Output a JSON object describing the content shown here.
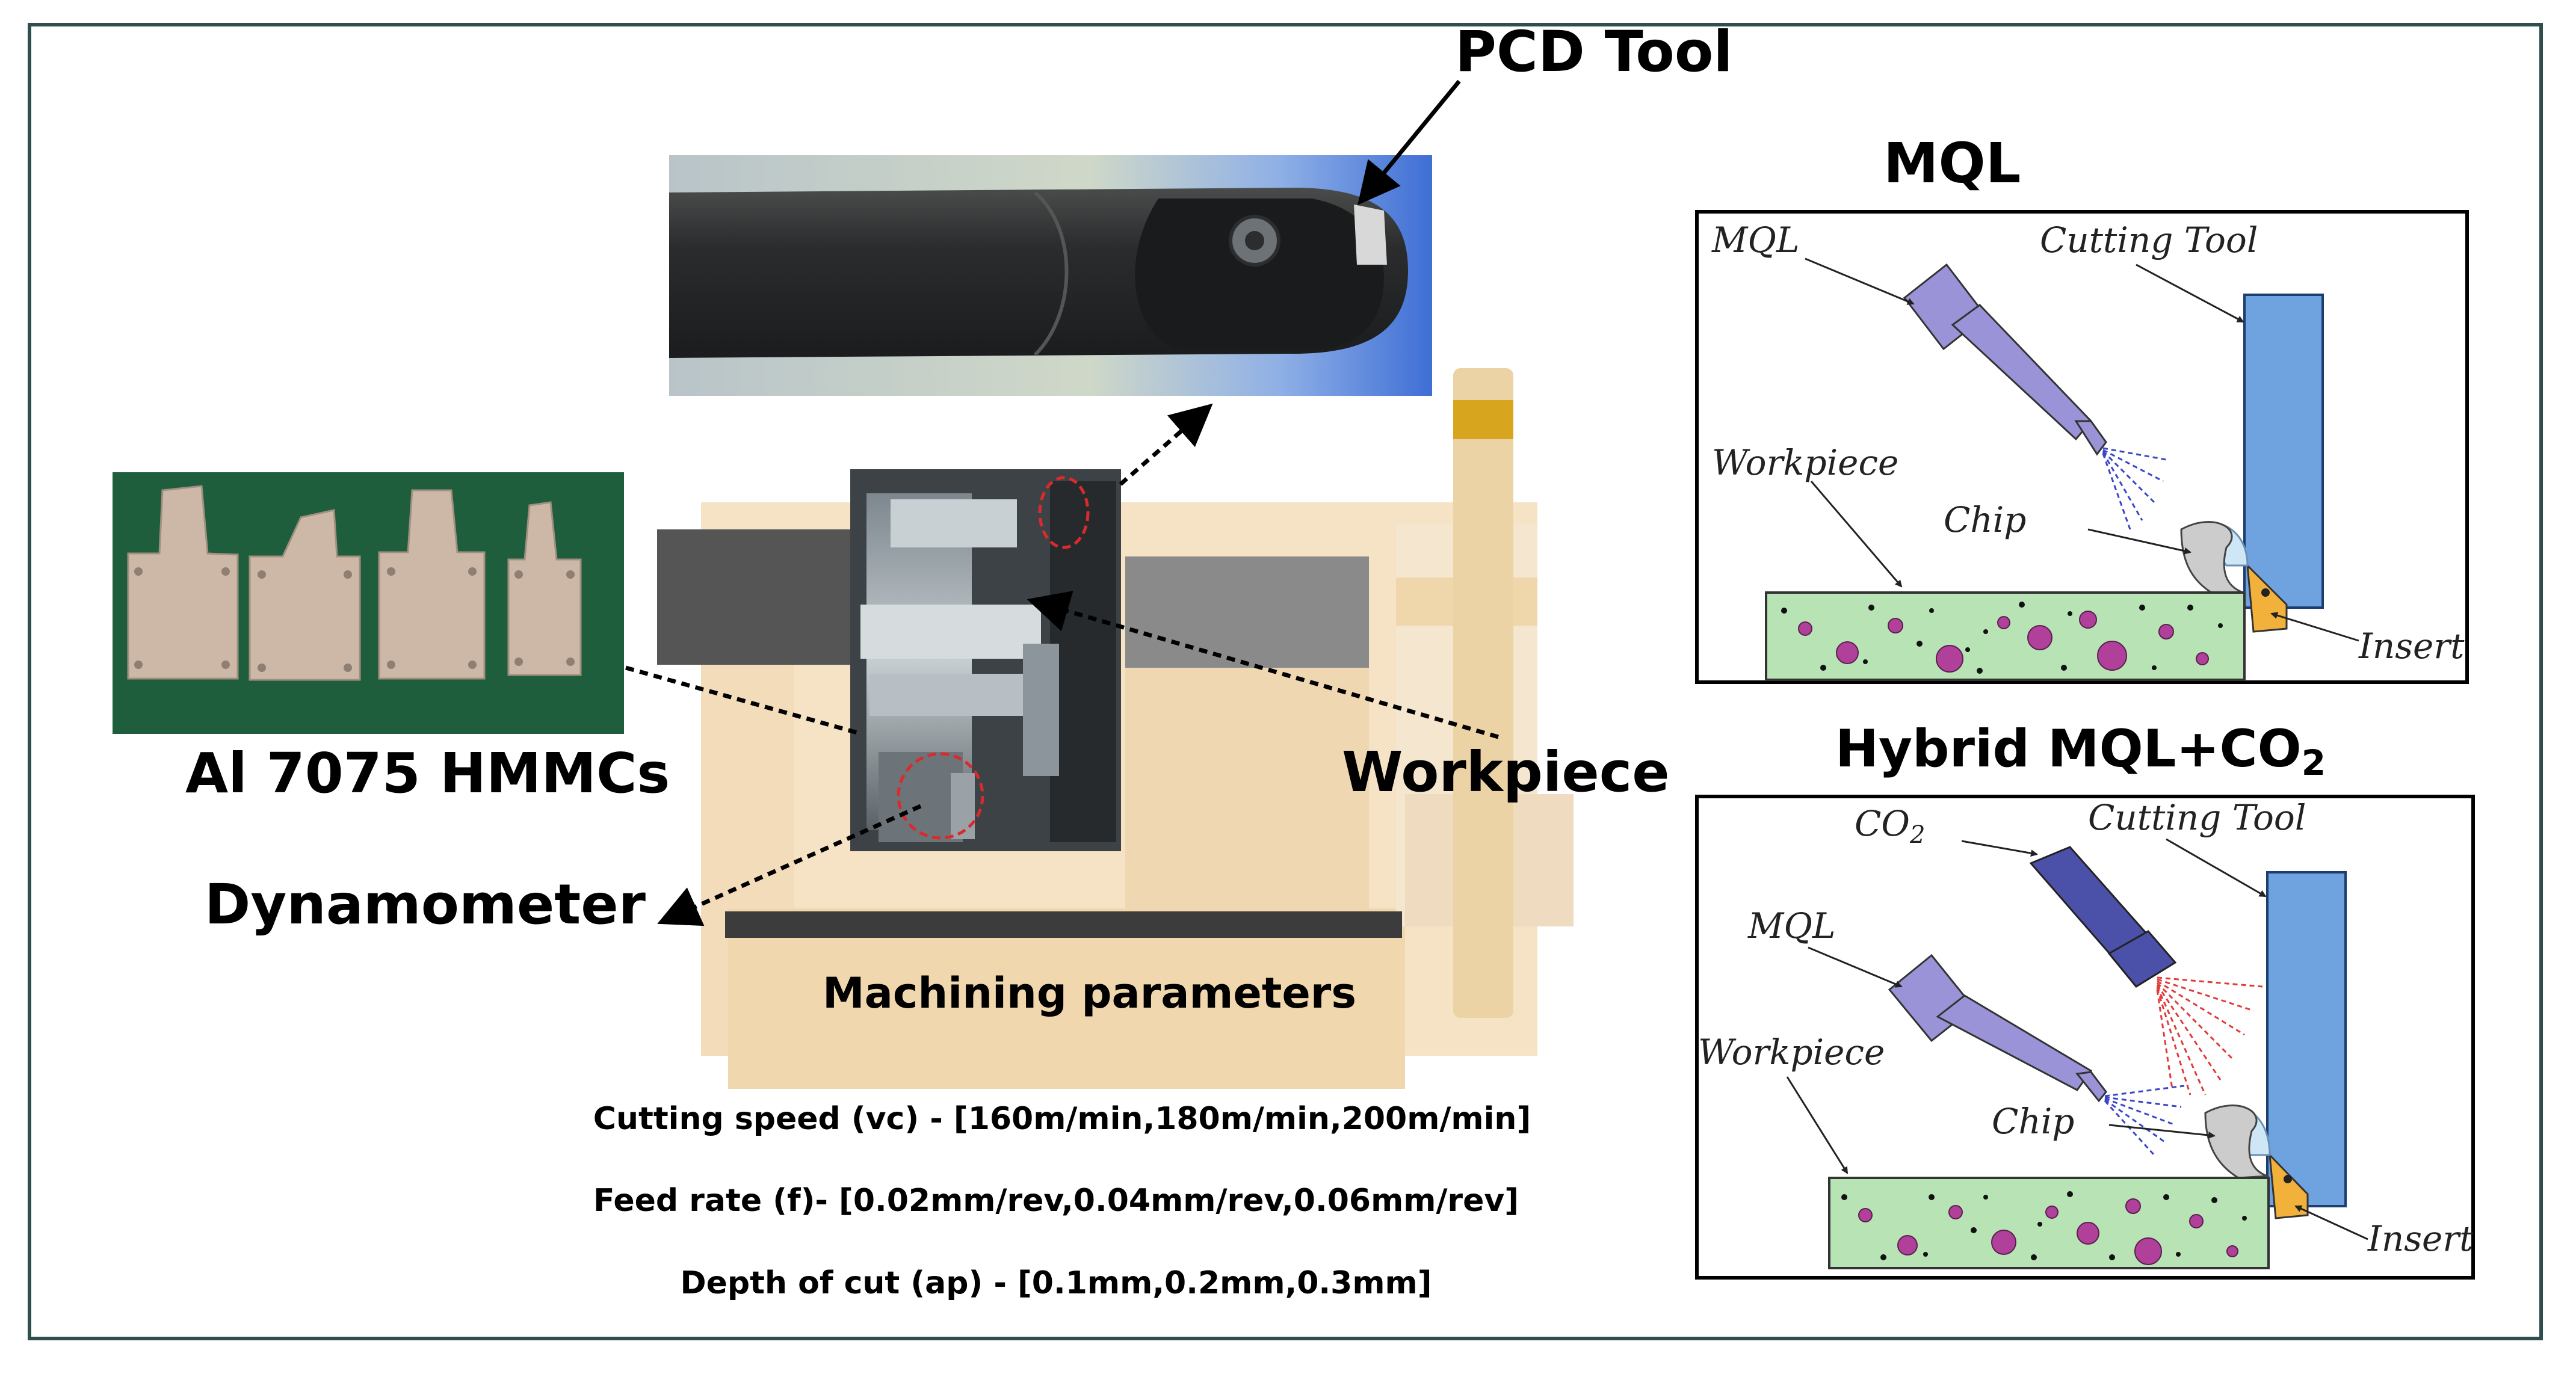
{
  "labels": {
    "pcd_tool": "PCD Tool",
    "workpiece": "Workpiece",
    "al7075": "Al 7075 HMMCs",
    "dynamometer": "Dynamometer",
    "machining_title": "Machining parameters"
  },
  "parameters": [
    "Cutting speed (vc) - [160m/min,180m/min,200m/min]",
    "Feed rate (f)- [0.02mm/rev,0.04mm/rev,0.06mm/rev]",
    "Depth of cut (ap) - [0.1mm,0.2mm,0.3mm]"
  ],
  "mql_panel": {
    "title": "MQL",
    "mql": "MQL",
    "cutting_tool": "Cutting Tool",
    "workpiece": "Workpiece",
    "chip": "Chip",
    "insert": "Insert"
  },
  "hybrid_panel": {
    "title_main": "Hybrid MQL+CO",
    "title_sub": "2",
    "co2_main": "CO",
    "co2_sub": "2",
    "mql": "MQL",
    "cutting_tool": "Cutting Tool",
    "workpiece": "Workpiece",
    "chip": "Chip",
    "insert": "Insert"
  },
  "colors": {
    "frame": "#2f4f4f",
    "machine_beige": "#f1d7ad",
    "tool_blue": "#6fa3e0",
    "nozzle_purple": "#9a93d8",
    "co2_nozzle": "#4b50a8",
    "workpiece_green": "#b8e3b4",
    "particle_magenta": "#b0409a",
    "insert_orange": "#f2b13a",
    "mql_spray": "#3a46c8",
    "co2_spray": "#e03a3a",
    "specimen_bg": "#1f5e3c"
  }
}
